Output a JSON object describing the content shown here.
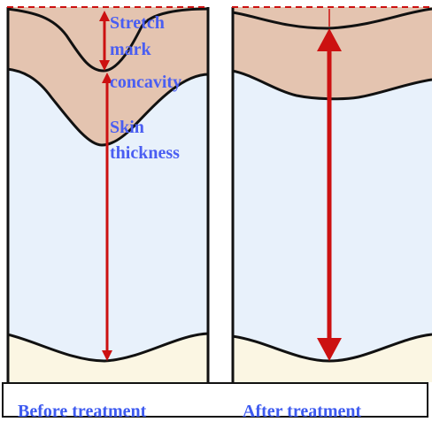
{
  "annotations": {
    "concavity_line1": "Stretch",
    "concavity_line2": "mark",
    "concavity_line3": "concavity",
    "thickness_line1": "Skin",
    "thickness_line2": "thickness"
  },
  "captions": {
    "before": "Before treatment",
    "after": "After treatment"
  },
  "colors": {
    "epidermis": "#e4c4b0",
    "dermis": "#e8f1fb",
    "subcutis": "#fbf6e3",
    "arrow": "#cc1111",
    "reference_line": "#cc1111",
    "label_text": "#4a5ef2",
    "outline": "#111111"
  }
}
